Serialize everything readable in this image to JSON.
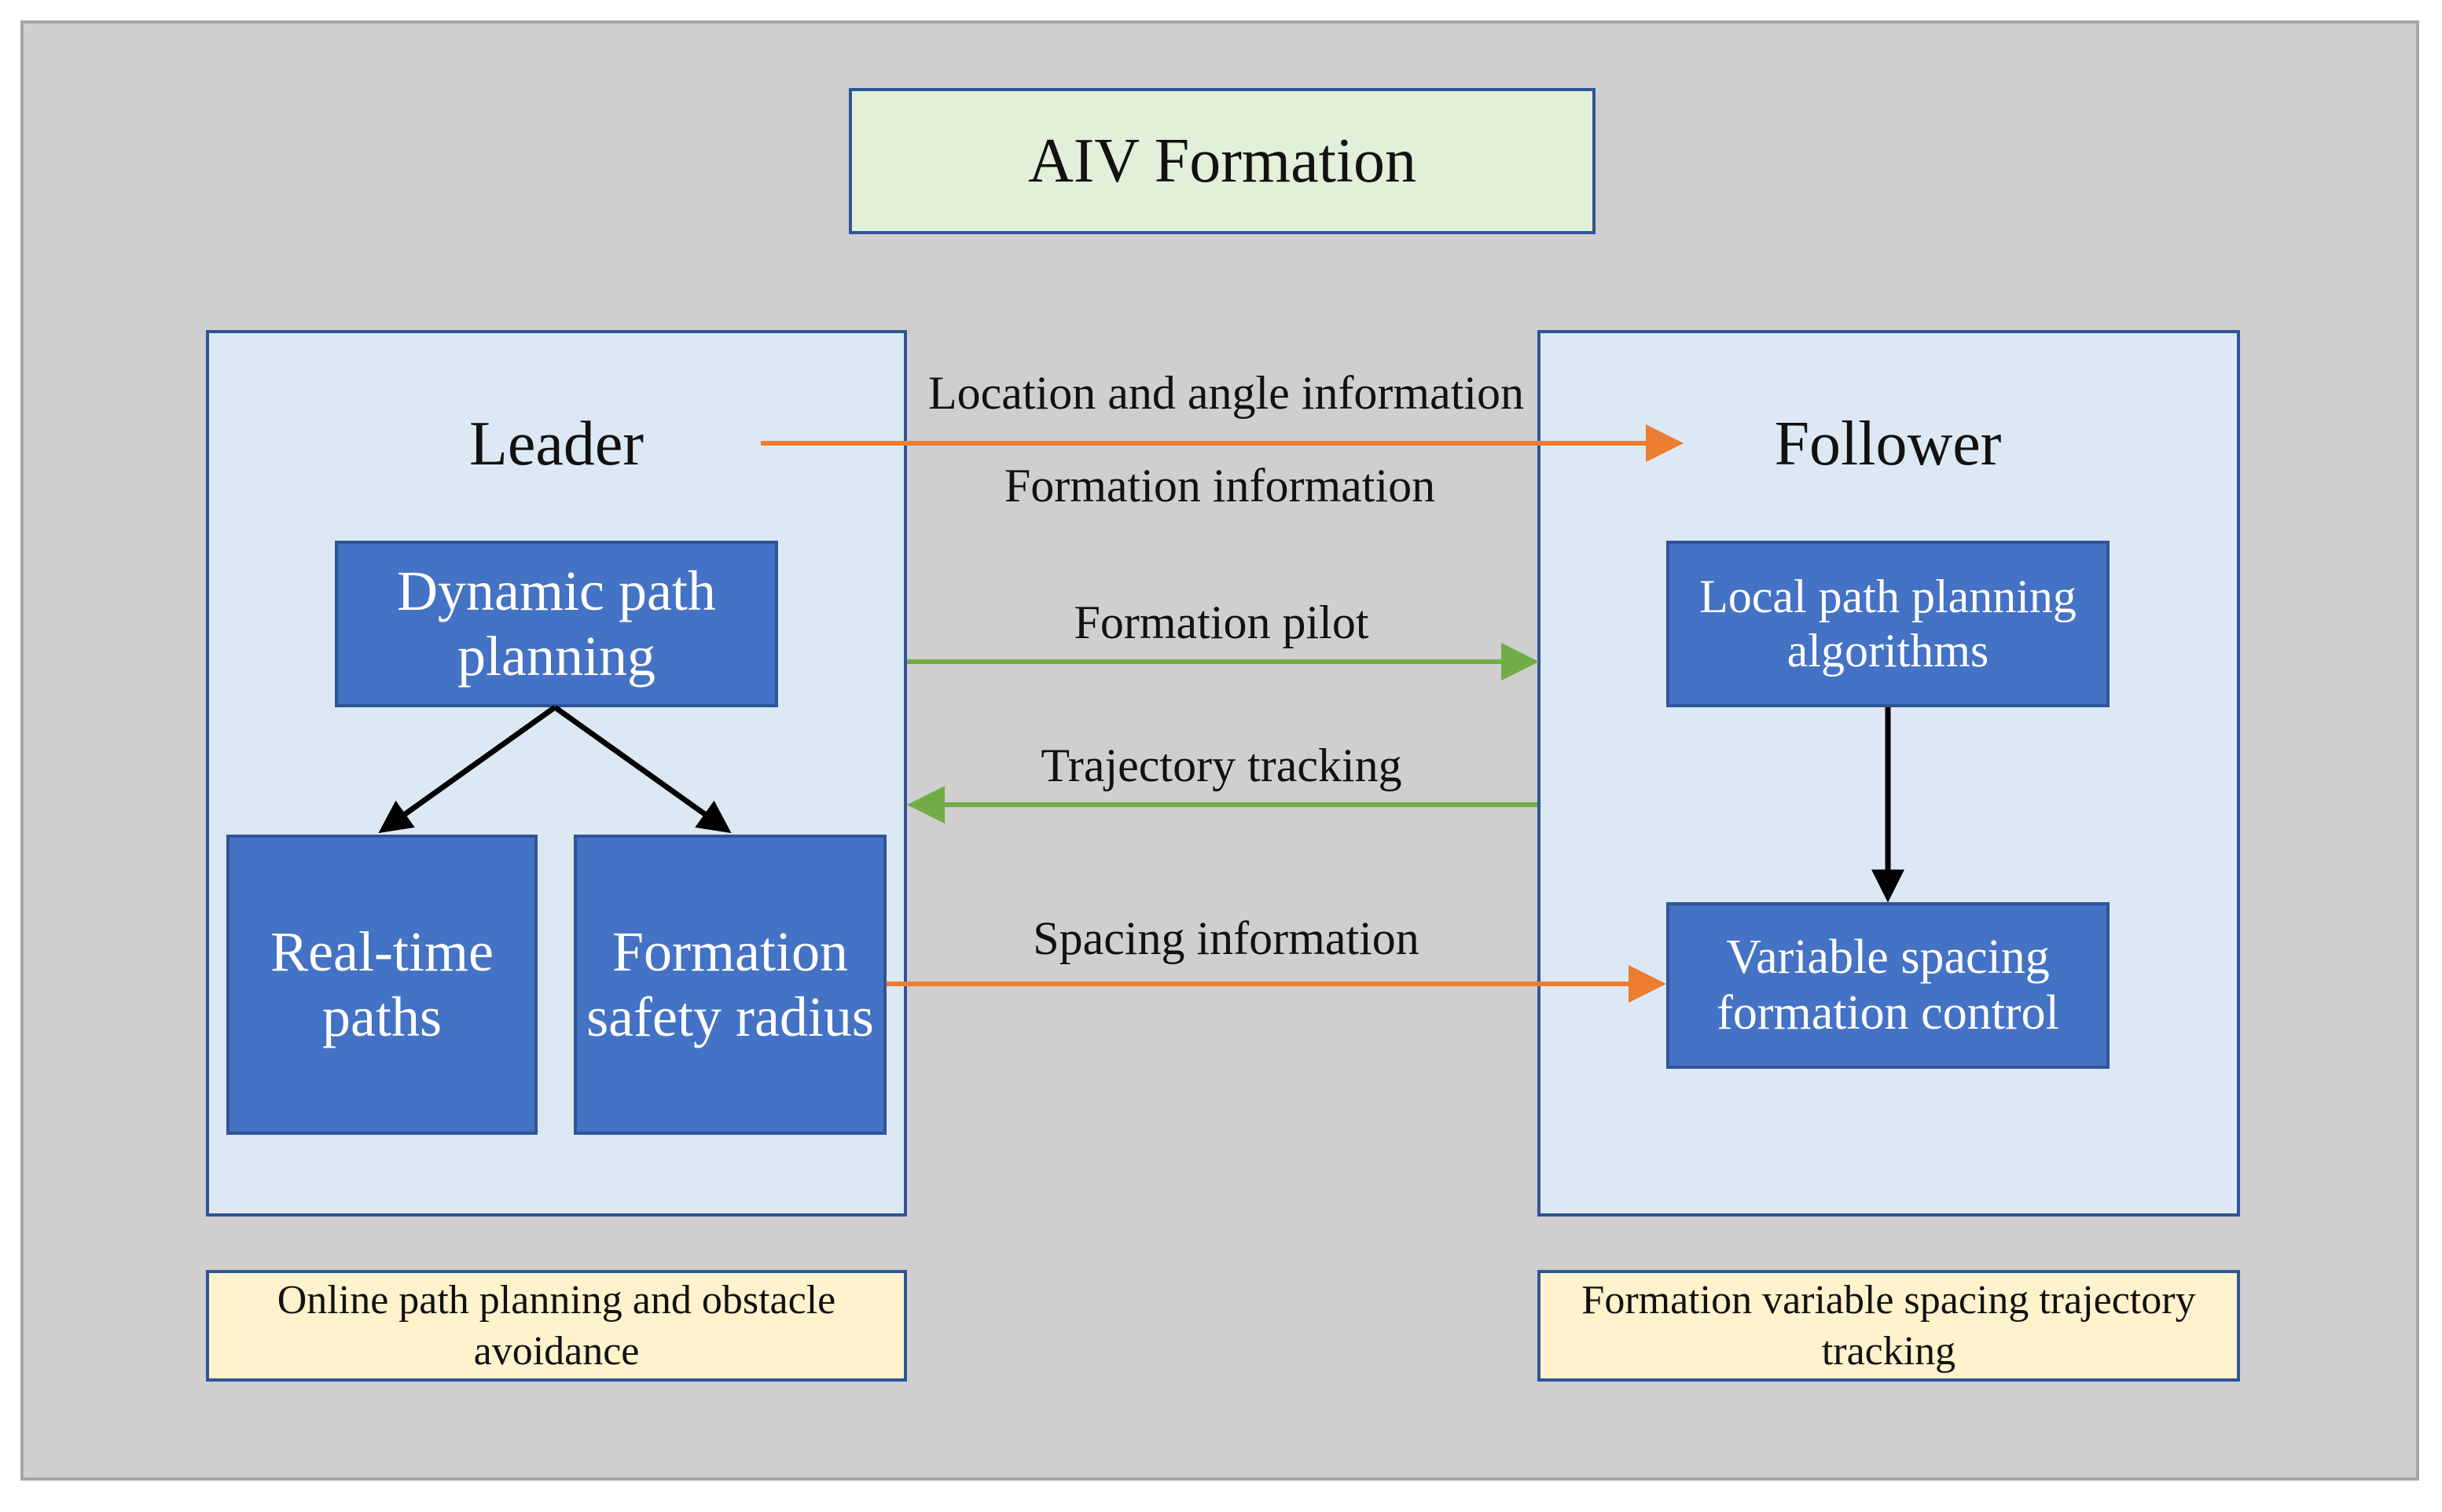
{
  "title": "AIV Formation",
  "leader": {
    "heading": "Leader",
    "dynamic_path": "Dynamic path planning",
    "realtime_paths": "Real-time paths",
    "safety_radius": "Formation safety radius",
    "note": "Online path planning and obstacle avoidance"
  },
  "follower": {
    "heading": "Follower",
    "local_path": "Local path planning algorithms",
    "variable_spacing": "Variable spacing formation control",
    "note": "Formation variable spacing trajectory tracking"
  },
  "links": {
    "location_angle": "Location and angle information",
    "formation_info": "Formation information",
    "formation_pilot": "Formation pilot",
    "trajectory_tracking": "Trajectory tracking",
    "spacing_info": "Spacing information"
  },
  "colors": {
    "background": "#d0cece",
    "panel": "#dde8f5",
    "border": "#2f5597",
    "box": "#4472c4",
    "title_fill": "#e2efd9",
    "note_fill": "#fff2cc",
    "orange_arrow": "#ed7d31",
    "green_arrow": "#70ad47",
    "black_arrow": "#000000"
  }
}
